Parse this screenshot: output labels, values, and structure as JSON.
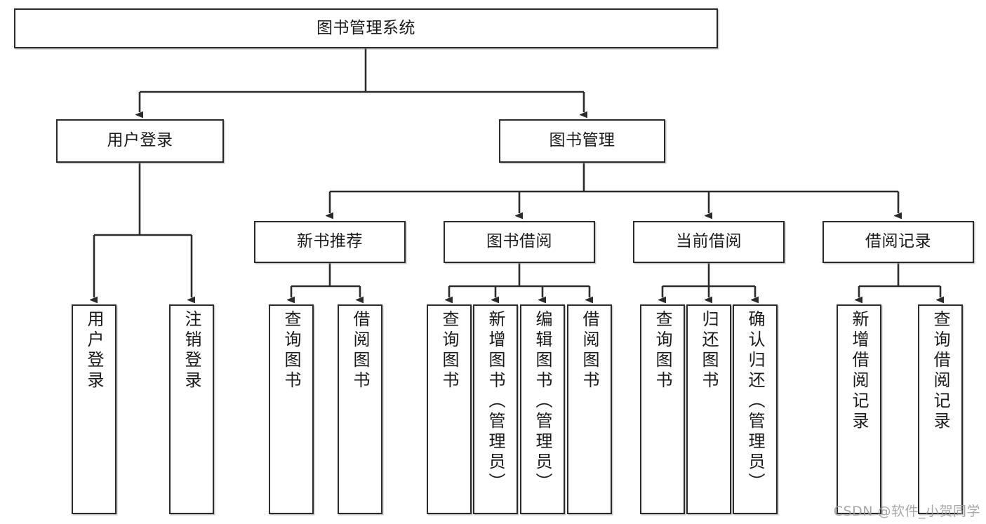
{
  "diagram": {
    "title": "图书管理系统",
    "type": "tree-hierarchy",
    "root": {
      "label": "图书管理系统"
    },
    "level2": [
      {
        "label": "用户登录"
      },
      {
        "label": "图书管理"
      }
    ],
    "level3": [
      {
        "label": "新书推荐"
      },
      {
        "label": "图书借阅"
      },
      {
        "label": "当前借阅"
      },
      {
        "label": "借阅记录"
      }
    ],
    "leaves": {
      "user_login": [
        {
          "label": "用户登录"
        },
        {
          "label": "注销登录"
        }
      ],
      "new_book_recommend": [
        {
          "label": "查询图书"
        },
        {
          "label": "借阅图书"
        }
      ],
      "book_borrow": [
        {
          "label": "查询图书"
        },
        {
          "label": "新增图书（管理员）"
        },
        {
          "label": "编辑图书（管理员）"
        },
        {
          "label": "借阅图书"
        }
      ],
      "current_borrow": [
        {
          "label": "查询图书"
        },
        {
          "label": "归还图书"
        },
        {
          "label": "确认归还（管理员）"
        }
      ],
      "borrow_record": [
        {
          "label": "新增借阅记录"
        },
        {
          "label": "查询借阅记录"
        }
      ]
    }
  },
  "watermark": {
    "text": "CSDN @软件_小贺同学"
  },
  "colors": {
    "box_border": "#2b2b2b",
    "box_fill": "#ffffff",
    "connector": "#2b2b2b",
    "text": "#1a1a1a",
    "watermark": "#9a9a9a"
  }
}
